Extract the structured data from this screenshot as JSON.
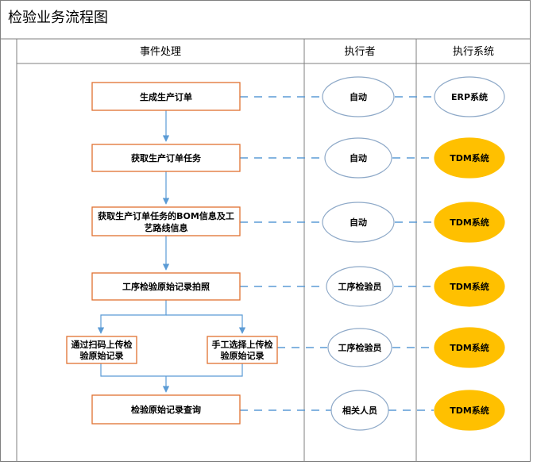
{
  "title": "检验业务流程图",
  "headers": {
    "event": "事件处理",
    "executor": "执行者",
    "system": "执行系统"
  },
  "steps": [
    {
      "lines": [
        "生成生产订单"
      ],
      "executor": "自动",
      "system": "ERP系统",
      "system_highlight": false
    },
    {
      "lines": [
        "获取生产订单任务"
      ],
      "executor": "自动",
      "system": "TDM系统",
      "system_highlight": true
    },
    {
      "lines": [
        "获取生产订单任务的BOM信息及工",
        "艺路线信息"
      ],
      "executor": "自动",
      "system": "TDM系统",
      "system_highlight": true
    },
    {
      "lines": [
        "工序检验原始记录拍照"
      ],
      "executor": "工序检验员",
      "system": "TDM系统",
      "system_highlight": true
    },
    {
      "left": [
        "通过扫码上传检",
        "验原始记录"
      ],
      "right": [
        "手工选择上传检",
        "验原始记录"
      ],
      "executor": "工序检验员",
      "system": "TDM系统",
      "system_highlight": true
    },
    {
      "lines": [
        "检验原始记录查询"
      ],
      "executor": "相关人员",
      "system": "TDM系统",
      "system_highlight": true
    }
  ],
  "colors": {
    "box_border": "#E07030",
    "connector": "#5B9BD5",
    "oval_border": "#8EA9C8",
    "system_fill": "#FFC000",
    "grid_line": "#7F7F7F"
  }
}
